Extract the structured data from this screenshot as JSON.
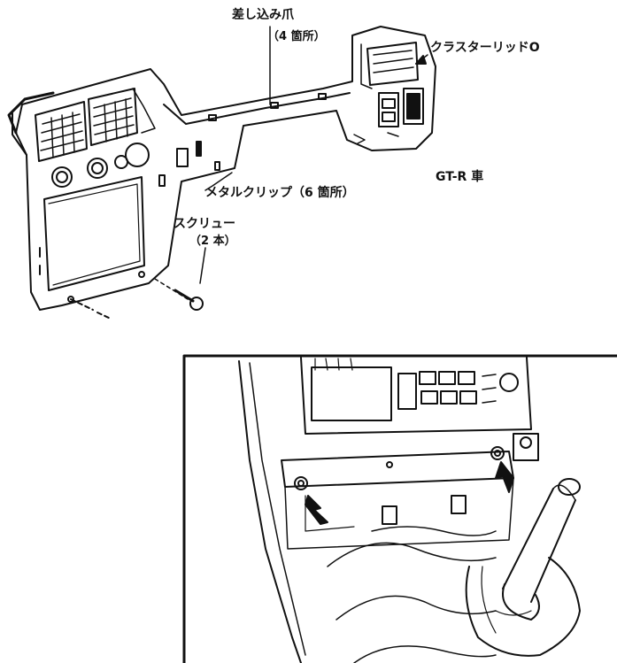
{
  "labels": {
    "claw_title": "差し込み爪",
    "claw_count": "（4 箇所）",
    "cluster_lid": "クラスターリッドO",
    "model": "GT-R 車",
    "metal_clip": "メタルクリップ（6 箇所）",
    "screw_title": "スクリュー",
    "screw_count": "（2 本）"
  },
  "colors": {
    "ink": "#111111",
    "paper": "#ffffff"
  }
}
